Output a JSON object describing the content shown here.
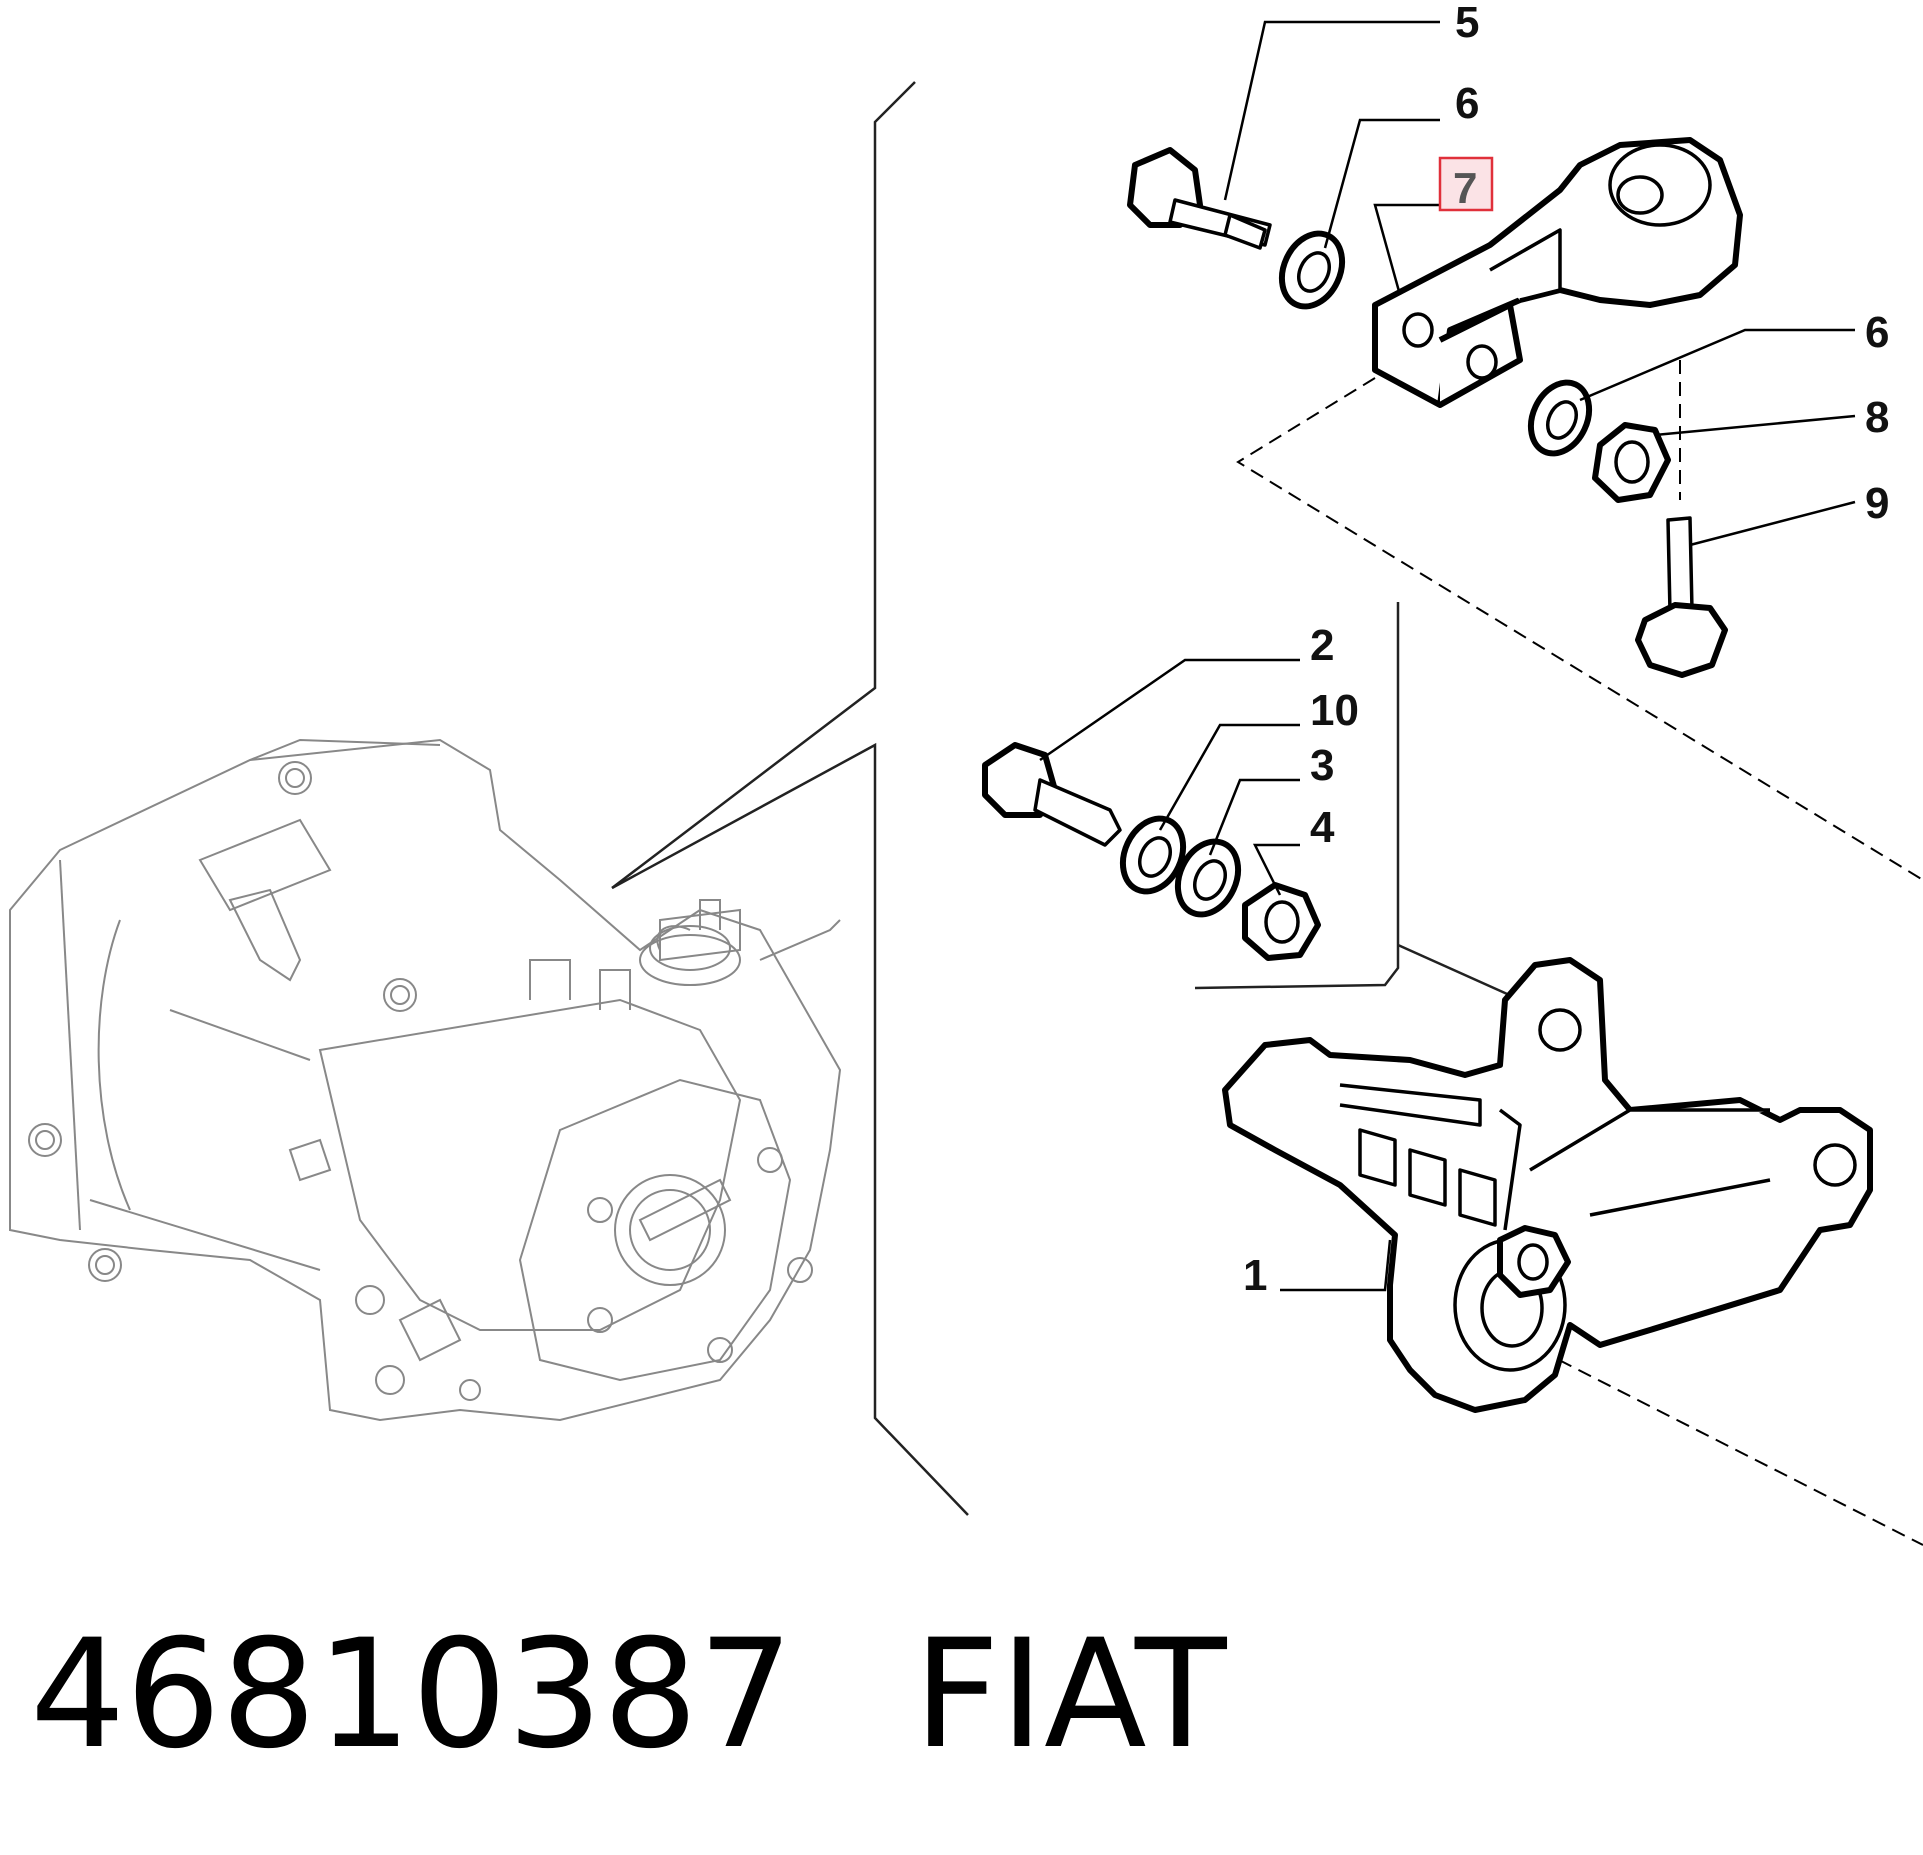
{
  "callouts": [
    {
      "id": "c5",
      "label": "5"
    },
    {
      "id": "c6a",
      "label": "6"
    },
    {
      "id": "c7",
      "label": "7",
      "highlighted": true
    },
    {
      "id": "c6b",
      "label": "6"
    },
    {
      "id": "c8",
      "label": "8"
    },
    {
      "id": "c9",
      "label": "9"
    },
    {
      "id": "c2",
      "label": "2"
    },
    {
      "id": "c10",
      "label": "10"
    },
    {
      "id": "c3",
      "label": "3"
    },
    {
      "id": "c4",
      "label": "4"
    },
    {
      "id": "c1",
      "label": "1"
    }
  ],
  "footer": {
    "part_number": "46810387",
    "brand": "FIAT"
  },
  "colors": {
    "highlight_fill": "#fbe3e6",
    "highlight_stroke": "#e0303a"
  }
}
